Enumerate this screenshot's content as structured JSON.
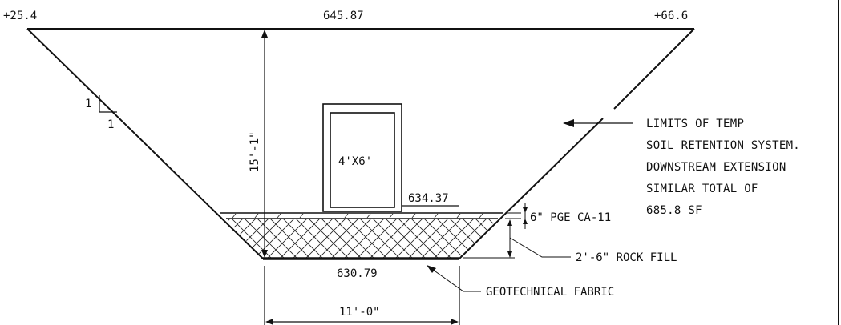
{
  "labels": {
    "left_station": "+25.4",
    "right_station": "+66.6",
    "top_elevation": "645.87",
    "height_dim": "15'-1\"",
    "slope_rise": "1",
    "slope_run": "1",
    "culvert_size": "4'X6'",
    "culvert_invert": "634.37",
    "pge_layer": "6\" PGE CA-11",
    "rock_fill": "2'-6\" ROCK FILL",
    "bottom_elevation": "630.79",
    "fabric": "GEOTECHNICAL FABRIC",
    "bottom_width": "11'-0\""
  },
  "note": {
    "lines": [
      "LIMITS OF TEMP",
      "SOIL RETENTION SYSTEM.",
      "DOWNSTREAM EXTENSION",
      "SIMILAR TOTAL OF",
      "685.8 SF"
    ]
  }
}
